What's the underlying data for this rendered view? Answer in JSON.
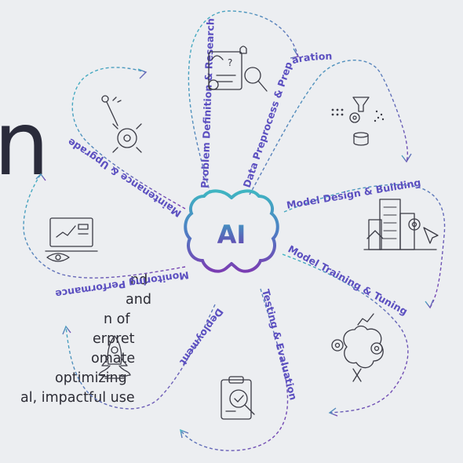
{
  "background_text": {
    "big_letter": "n",
    "lines": [
      "nd",
      "and",
      "n of",
      "erpret",
      "omate",
      "optimizing",
      "al, impactful use"
    ]
  },
  "center": {
    "label": "AI"
  },
  "steps": [
    "Problem Definition & Research",
    "Data Preprocess & Preparation",
    "Model Design & Building",
    "Model Training & Tuning",
    "Testing & Evaluation",
    "Deployment",
    "Monitoring Performance",
    "Maintenance & Upgrade"
  ],
  "icons": [
    "ideas-research-icon",
    "data-funnel-icon",
    "building-design-icon",
    "brain-gears-icon",
    "clipboard-magnifier-icon",
    "rocket-launch-icon",
    "monitor-eye-icon",
    "wrench-gear-icon"
  ],
  "colors": {
    "teal": "#3fb5c2",
    "blue": "#4d7fc4",
    "purple": "#7a3db2",
    "dark": "#2c2c35",
    "background": "#eceef1"
  }
}
